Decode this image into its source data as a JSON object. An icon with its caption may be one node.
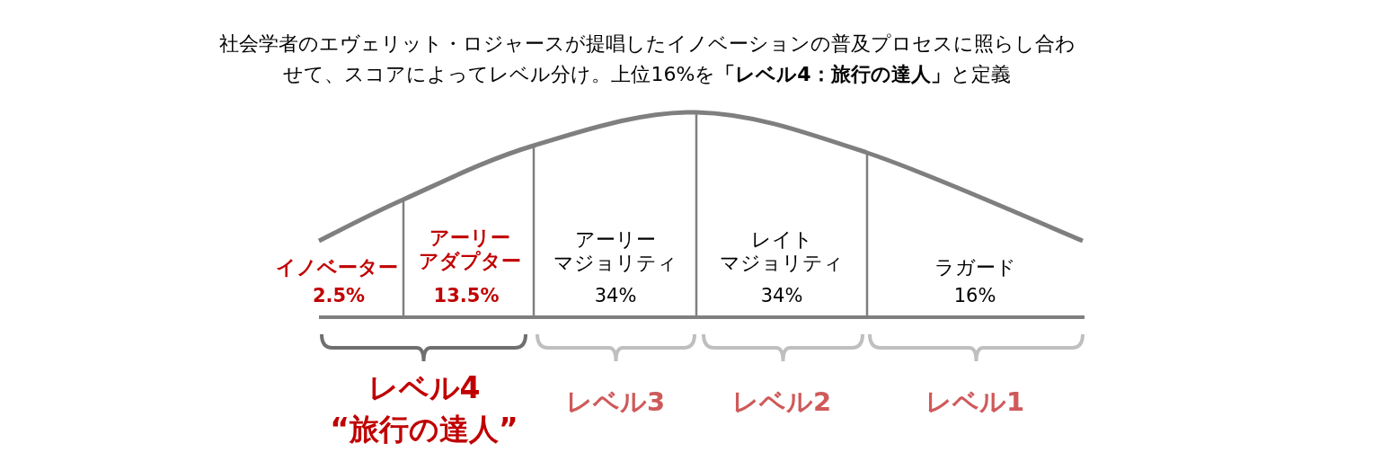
{
  "diagram": {
    "title": "社会学者のエヴェリット・ロジャースが提唱したイノベーションの普及プロセスに照らし合わせて、スコアによってレベル分け。上位16%を**「レベル4：旅行の達人」**と定義",
    "labels": [
      "イノベーター",
      "2.5%",
      "アーリーアダプター",
      "13.5%",
      "アーリーマジョリティ",
      "34%",
      "レイトマジョリティ",
      "34%",
      "ラガード",
      "16%",
      "レベル4",
      "“旅行の達人”",
      "レベル3",
      "レベル2",
      "レベル1"
    ]
  }
}
